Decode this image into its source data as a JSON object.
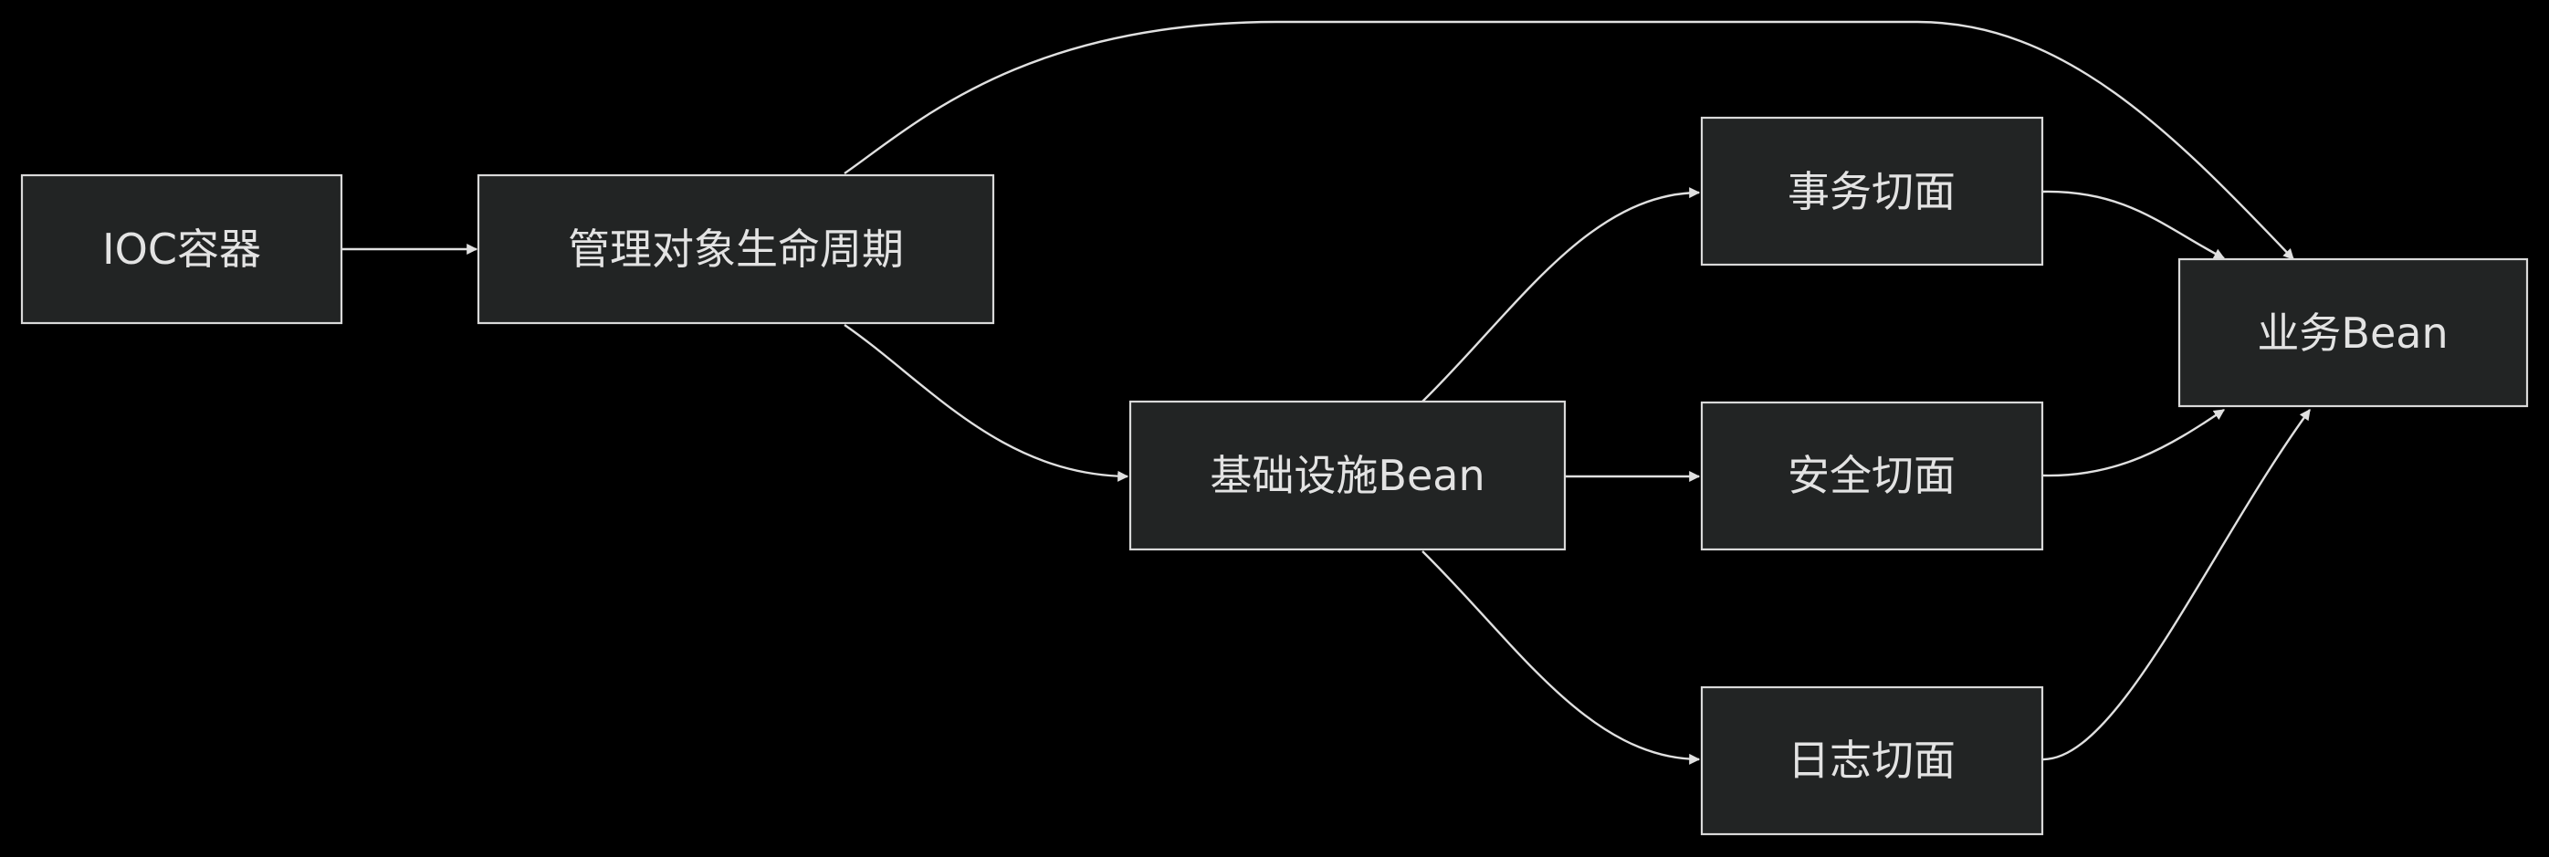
{
  "diagram": {
    "type": "flowchart",
    "direction": "left-to-right",
    "colors": {
      "background": "#000000",
      "node_fill": "#222424",
      "node_border": "#d9d9d9",
      "edge": "#e0e0e0",
      "text": "#e3e3e3"
    },
    "nodes": [
      {
        "id": "ioc",
        "label": "IOC容器"
      },
      {
        "id": "lifecycle",
        "label": "管理对象生命周期"
      },
      {
        "id": "infra",
        "label": "基础设施Bean"
      },
      {
        "id": "tx",
        "label": "事务切面"
      },
      {
        "id": "security",
        "label": "安全切面"
      },
      {
        "id": "log",
        "label": "日志切面"
      },
      {
        "id": "biz",
        "label": "业务Bean"
      }
    ],
    "edges": [
      {
        "from": "ioc",
        "to": "lifecycle"
      },
      {
        "from": "lifecycle",
        "to": "biz"
      },
      {
        "from": "lifecycle",
        "to": "infra"
      },
      {
        "from": "infra",
        "to": "tx"
      },
      {
        "from": "infra",
        "to": "security"
      },
      {
        "from": "infra",
        "to": "log"
      },
      {
        "from": "tx",
        "to": "biz"
      },
      {
        "from": "security",
        "to": "biz"
      },
      {
        "from": "log",
        "to": "biz"
      }
    ]
  }
}
